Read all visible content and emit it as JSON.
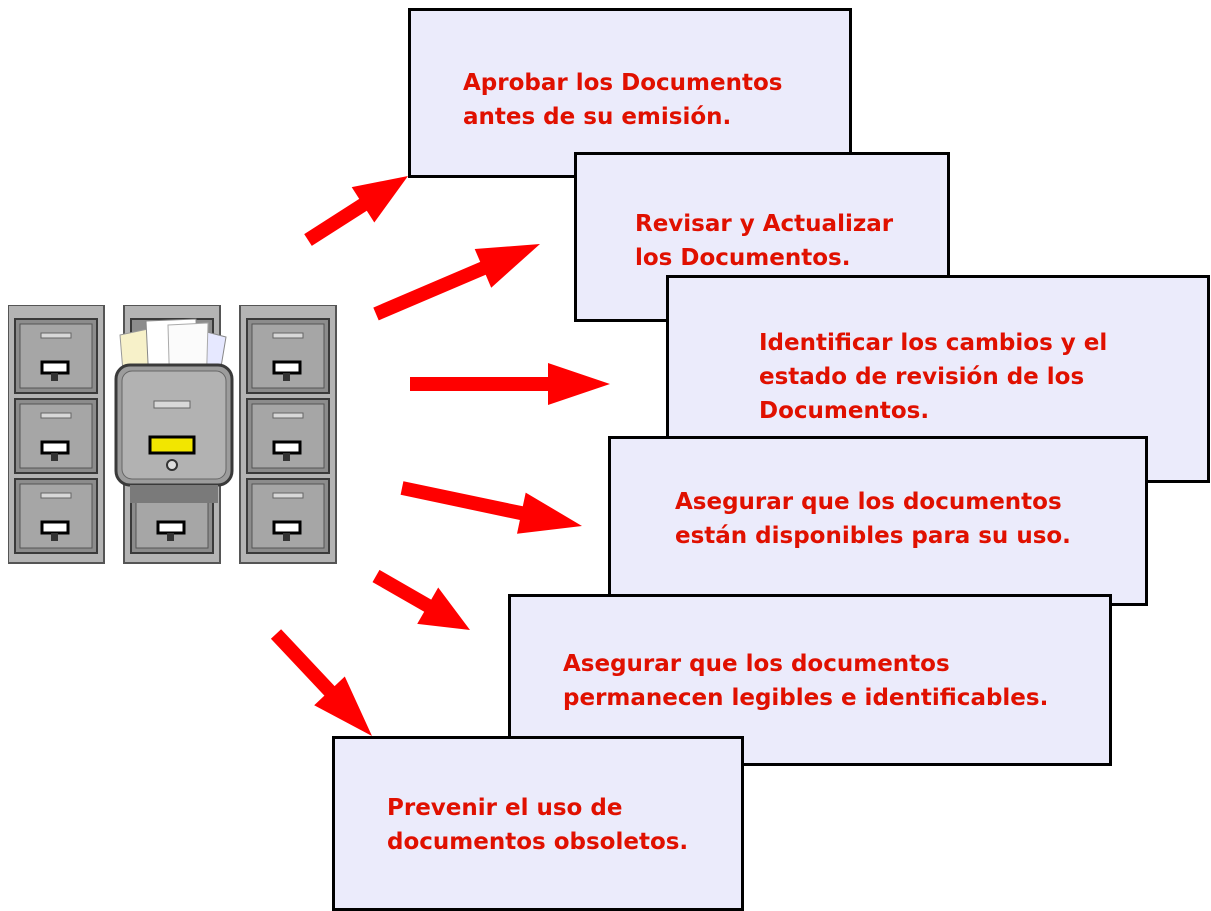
{
  "colors": {
    "card_fill": "#ebebfb",
    "card_border": "#000000",
    "text": "#e01000",
    "arrow": "#ff0000"
  },
  "cabinet": {
    "icon": "file-cabinet-icon"
  },
  "arrow_icon": "red-arrow-icon",
  "cards": [
    {
      "text": "Aprobar los Documentos\nantes de su emisión."
    },
    {
      "text": "Revisar y Actualizar\nlos Documentos."
    },
    {
      "text": "Identificar los cambios y el\nestado de revisión de los\nDocumentos."
    },
    {
      "text": "Asegurar que los documentos\nestán disponibles para su uso."
    },
    {
      "text": "Asegurar que los documentos\npermanecen legibles e identificables."
    },
    {
      "text": "Prevenir el uso de\ndocumentos obsoletos."
    }
  ]
}
